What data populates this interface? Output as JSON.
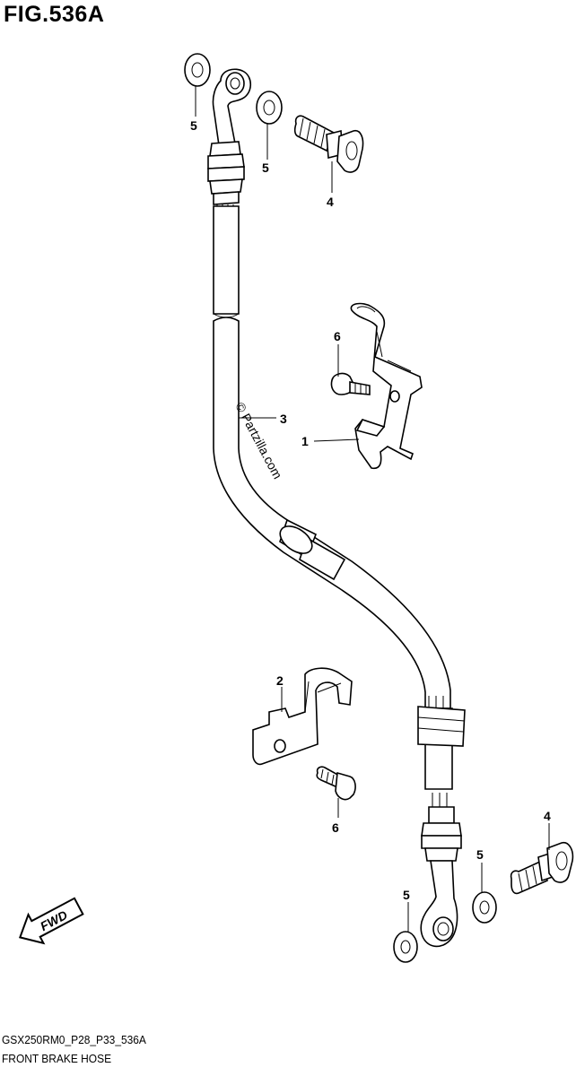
{
  "figure": {
    "title": "FIG.536A",
    "code": "GSX250RM0_P28_P33_536A",
    "name": "FRONT BRAKE HOSE",
    "watermark": "© Partzilla.com"
  },
  "callouts": [
    {
      "id": "c1",
      "label": "1"
    },
    {
      "id": "c2",
      "label": "2"
    },
    {
      "id": "c3",
      "label": "3"
    },
    {
      "id": "c4a",
      "label": "4"
    },
    {
      "id": "c4b",
      "label": "4"
    },
    {
      "id": "c5a",
      "label": "5"
    },
    {
      "id": "c5b",
      "label": "5"
    },
    {
      "id": "c5c",
      "label": "5"
    },
    {
      "id": "c5d",
      "label": "5"
    },
    {
      "id": "c6a",
      "label": "6"
    },
    {
      "id": "c6b",
      "label": "6"
    }
  ],
  "fwd_arrow": {
    "label": "FWD"
  }
}
